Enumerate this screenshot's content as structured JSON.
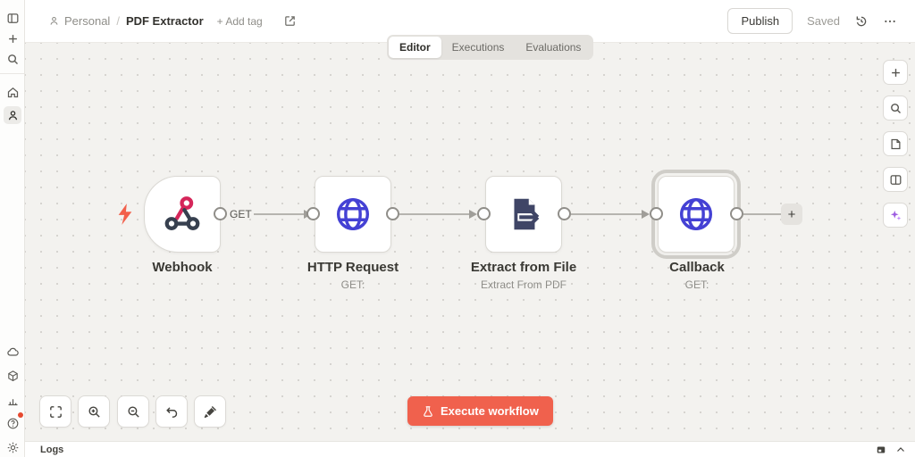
{
  "header": {
    "breadcrumb": {
      "project": "Personal",
      "separator": "/",
      "title": "PDF Extractor"
    },
    "add_tag_label": "+ Add tag",
    "publish_label": "Publish",
    "saved_label": "Saved"
  },
  "tabs": [
    {
      "label": "Editor",
      "active": true
    },
    {
      "label": "Executions",
      "active": false
    },
    {
      "label": "Evaluations",
      "active": false
    }
  ],
  "canvas": {
    "nodes": [
      {
        "label": "Webhook",
        "subtitle": "",
        "port_label": "GET",
        "type": "webhook-trigger"
      },
      {
        "label": "HTTP Request",
        "subtitle": "GET:",
        "type": "http-request"
      },
      {
        "label": "Extract from File",
        "subtitle": "Extract From PDF",
        "type": "extract-from-file"
      },
      {
        "label": "Callback",
        "subtitle": "GET:",
        "type": "http-request",
        "selected": true
      }
    ],
    "add_node_plus": "+"
  },
  "execute_button": {
    "label": "Execute workflow"
  },
  "logs": {
    "label": "Logs"
  },
  "colors": {
    "accent": "#f0614d",
    "globe_icon": "#4441d4",
    "webhook_pink": "#d5265a",
    "webhook_dark": "#37404f",
    "extract_navy": "#3f4566",
    "ai_purple": "#9d5ce0"
  }
}
